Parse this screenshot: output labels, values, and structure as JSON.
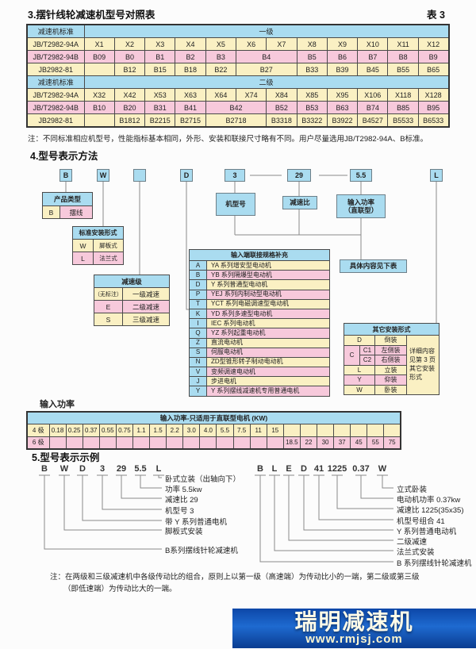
{
  "page": {
    "section3_title": "3.摆针线轮减速机型号对照表",
    "table3_ref": "表 3",
    "note1": "注：不同标准相应机型号，性能指标基本相同，外形、安装和联接尺寸略有不同。用户尽量选用JB/T2982-94A、B标准。",
    "section4_title": "4.型号表示方法",
    "power_label": "输入功率",
    "section5_title": "5.型号表示示例",
    "note2_line1": "注：在两级和三级减速机中各级传动比的组合，原则上以第一级（高速端）为传动比小的一端，第二级或第三级",
    "note2_line2": "（即低速端）为传动比大的一端。"
  },
  "colors": {
    "blue": "#aadcf0",
    "yellow": "#faf0c3",
    "pink": "#f7c9db",
    "logo_blue": "#1e6ad0"
  },
  "table3": {
    "rows": [
      {
        "label": "减速机标准",
        "type": "blue",
        "cells": [
          {
            "t": "一级",
            "span": 12
          }
        ]
      },
      {
        "label": "JB/T2982-94A",
        "type": "yellow",
        "cells": [
          {
            "t": "X1"
          },
          {
            "t": "X2"
          },
          {
            "t": "X3"
          },
          {
            "t": "X4"
          },
          {
            "t": "X5"
          },
          {
            "t": "X6"
          },
          {
            "t": "X7"
          },
          {
            "t": "X8"
          },
          {
            "t": "X9"
          },
          {
            "t": "X10"
          },
          {
            "t": "X11"
          },
          {
            "t": "X12"
          }
        ]
      },
      {
        "label": "JB/T2982-94B",
        "type": "pink",
        "cells": [
          {
            "t": "B09"
          },
          {
            "t": "B0"
          },
          {
            "t": "B1"
          },
          {
            "t": "B2"
          },
          {
            "t": "B3"
          },
          {
            "t": "B4",
            "span": 2
          },
          {
            "t": "B5"
          },
          {
            "t": "B6"
          },
          {
            "t": "B7"
          },
          {
            "t": "B8"
          },
          {
            "t": "B9"
          }
        ]
      },
      {
        "label": "JB2982-81",
        "type": "yellow",
        "cells": [
          {
            "t": ""
          },
          {
            "t": "B12"
          },
          {
            "t": "B15"
          },
          {
            "t": "B18"
          },
          {
            "t": "B22"
          },
          {
            "t": "B27",
            "span": 2
          },
          {
            "t": "B33"
          },
          {
            "t": "B39"
          },
          {
            "t": "B45"
          },
          {
            "t": "B55"
          },
          {
            "t": "B65"
          }
        ]
      },
      {
        "label": "减速机标准",
        "type": "blue",
        "cells": [
          {
            "t": "二级",
            "span": 12
          }
        ]
      },
      {
        "label": "JB/T2982-94A",
        "type": "yellow",
        "cells": [
          {
            "t": "X32"
          },
          {
            "t": "X42"
          },
          {
            "t": "X53"
          },
          {
            "t": "X63"
          },
          {
            "t": "X64"
          },
          {
            "t": "X74"
          },
          {
            "t": "X84"
          },
          {
            "t": "X85"
          },
          {
            "t": "X95"
          },
          {
            "t": "X106"
          },
          {
            "t": "X118"
          },
          {
            "t": "X128"
          }
        ]
      },
      {
        "label": "JB/T2982-94B",
        "type": "pink",
        "cells": [
          {
            "t": "B10"
          },
          {
            "t": "B20"
          },
          {
            "t": "B31"
          },
          {
            "t": "B41"
          },
          {
            "t": "B42",
            "span": 2
          },
          {
            "t": "B52"
          },
          {
            "t": "B53"
          },
          {
            "t": "B63"
          },
          {
            "t": "B74"
          },
          {
            "t": "B85"
          },
          {
            "t": "B95"
          }
        ]
      },
      {
        "label": "JB2982-81",
        "type": "yellow",
        "cells": [
          {
            "t": ""
          },
          {
            "t": "B1812"
          },
          {
            "t": "B2215"
          },
          {
            "t": "B2715"
          },
          {
            "t": "B2718",
            "span": 2
          },
          {
            "t": "B3318"
          },
          {
            "t": "B3322"
          },
          {
            "t": "B3922"
          },
          {
            "t": "B4527"
          },
          {
            "t": "B5533"
          },
          {
            "t": "B6533"
          }
        ]
      }
    ]
  },
  "diagram": {
    "codes": [
      "B",
      "W",
      "",
      "D",
      "3",
      "29",
      "5.5",
      "L"
    ],
    "product_type": {
      "header": "产品类型",
      "code": "B",
      "desc": "摆线"
    },
    "mount": {
      "header": "标准安装形式",
      "rows": [
        {
          "code": "W",
          "desc": "脚板式"
        },
        {
          "code": "L",
          "desc": "法兰式"
        }
      ]
    },
    "stage": {
      "header": "减速级",
      "rows": [
        {
          "code": "（无标注）",
          "desc": "一级减速"
        },
        {
          "code": "E",
          "desc": "二级减速"
        },
        {
          "code": "S",
          "desc": "三级减速"
        }
      ]
    },
    "model_box": "机型号",
    "ratio_box": "减速比",
    "power_box_line1": "输入功率",
    "power_box_line2": "（直联型）",
    "see_table": "具体内容见下表",
    "input_conn": {
      "header": "输入端联接规格补充",
      "rows": [
        [
          "A",
          "YA 系列增安型电动机"
        ],
        [
          "B",
          "YB 系列隔爆型电动机"
        ],
        [
          "D",
          "Y 系列普通型电动机"
        ],
        [
          "P",
          "YEJ 系列内制动型电动机"
        ],
        [
          "T",
          "YCT 系列电磁调速型电动机"
        ],
        [
          "K",
          "YD 系列多速型电动机"
        ],
        [
          "I",
          "IEC 系列电动机"
        ],
        [
          "Q",
          "YZ 系列起重电动机"
        ],
        [
          "Z",
          "直流电动机"
        ],
        [
          "S",
          "伺服电动机"
        ],
        [
          "N",
          "ZD型锥形转子制动电动机"
        ],
        [
          "V",
          "变频调速电动机"
        ],
        [
          "J",
          "步进电机"
        ],
        [
          "Y",
          "Y 系列摆线减速机专用普通电机"
        ]
      ]
    },
    "other_mount": {
      "header": "其它安装形式",
      "row_d": {
        "code": "D",
        "desc": "倒装"
      },
      "row_c": {
        "code": "C",
        "sub1": "C1",
        "desc1": "左侧装",
        "sub2": "C2",
        "desc2": "右侧装"
      },
      "row_l": {
        "code": "L",
        "desc": "立装"
      },
      "row_y": {
        "code": "Y",
        "desc": "仰装"
      },
      "row_w": {
        "code": "W",
        "desc": "卧装"
      },
      "note_lines": [
        "详细内容",
        "见第 3 页",
        "其它安装",
        "形式"
      ]
    }
  },
  "power": {
    "header": "输入功率-只适用于直联型电机 (KW)",
    "rows": [
      {
        "label": "4 极",
        "type": "yellow",
        "values": [
          "0.18",
          "0.25",
          "0.37",
          "0.55",
          "0.75",
          "1.1",
          "1.5",
          "2.2",
          "3.0",
          "4.0",
          "5.5",
          "7.5",
          "11",
          "15",
          "",
          "",
          "",
          "",
          "",
          "",
          ""
        ]
      },
      {
        "label": "6 极",
        "type": "pink",
        "values": [
          "",
          "",
          "",
          "",
          "",
          "",
          "",
          "",
          "",
          "",
          "",
          "",
          "",
          "",
          "18.5",
          "22",
          "30",
          "37",
          "45",
          "55",
          "75"
        ]
      }
    ]
  },
  "examples": {
    "left": {
      "letters": [
        "B",
        "W",
        "D",
        "3",
        "29",
        "5.5",
        "L"
      ],
      "labels": [
        "卧式立装（出轴向下）",
        "功率 5.5kw",
        "减速比 29",
        "机型号 3",
        "带 Y 系列普通电机",
        "脚板式安装",
        "B系列摆线针轮减速机"
      ]
    },
    "right": {
      "letters": [
        "B",
        "L",
        "E",
        "D",
        "41",
        "1225",
        "0.37",
        "W"
      ],
      "labels": [
        "立式卧装",
        "电动机功率 0.37kw",
        "减速比 1225(35x35)",
        "机型号组合 41",
        "Y 系列普通电动机",
        "二级减速",
        "法兰式安装",
        "B 系列摆线针轮减速机"
      ]
    }
  },
  "logo": {
    "brand": "瑞明减速机",
    "url": "www.rmjsj.com"
  }
}
